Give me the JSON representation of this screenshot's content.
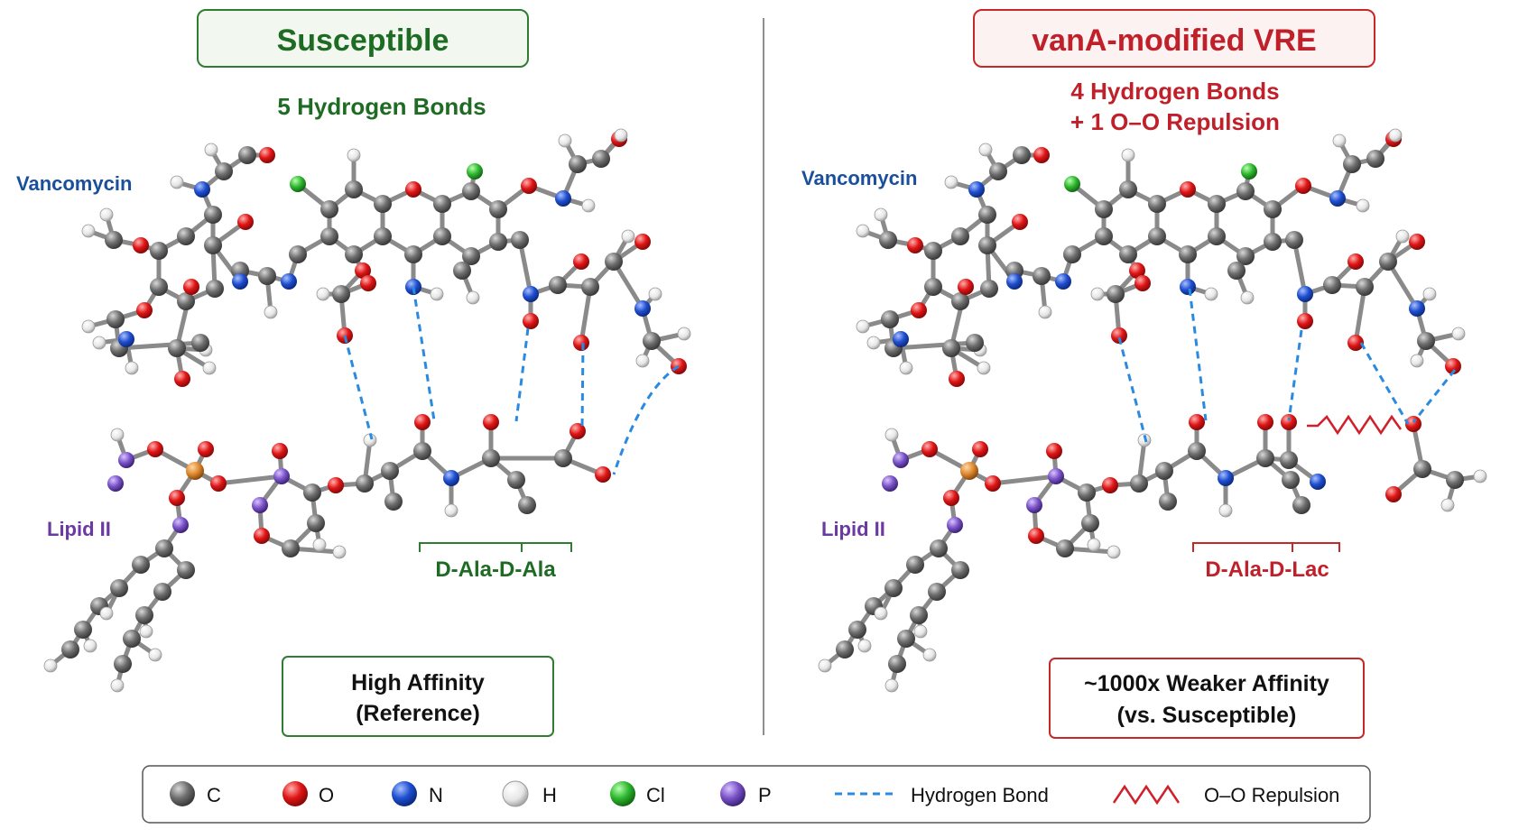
{
  "left_panel": {
    "title": "Susceptible",
    "subtitle": "5 Hydrogen Bonds",
    "vancomycin_label": "Vancomycin",
    "lipid_label": "Lipid II",
    "peptide_label": "D-Ala-D-Ala",
    "affinity_line1": "High Affinity",
    "affinity_line2": "(Reference)"
  },
  "right_panel": {
    "title": "vanA-modified VRE",
    "subtitle_line1": "4 Hydrogen Bonds",
    "subtitle_line2": "+ 1 O–O Repulsion",
    "vancomycin_label": "Vancomycin",
    "lipid_label": "Lipid II",
    "peptide_label": "D-Ala-D-Lac",
    "affinity_line1": "~1000x Weaker Affinity",
    "affinity_line2": "(vs. Susceptible)"
  },
  "legend": {
    "items": [
      {
        "label": "C"
      },
      {
        "label": "O"
      },
      {
        "label": "N"
      },
      {
        "label": "H"
      },
      {
        "label": "Cl"
      },
      {
        "label": "P"
      }
    ],
    "hbond_label": "Hydrogen Bond",
    "repulsion_label": "O–O Repulsion"
  },
  "colors": {
    "green": "#1e6b23",
    "red": "#c0202a",
    "blue_label": "#1a4f9c",
    "purple_label": "#6a3aa0",
    "carbon": "#7a7a7a",
    "oxygen": "#e01515",
    "nitrogen": "#1f4fd0",
    "hydrogen": "#f2f2f2",
    "chlorine": "#2fb82f",
    "phosphorus_purple": "#7a52c8",
    "phosphorus": "#e08a30",
    "hbond": "#2a8ae0"
  }
}
